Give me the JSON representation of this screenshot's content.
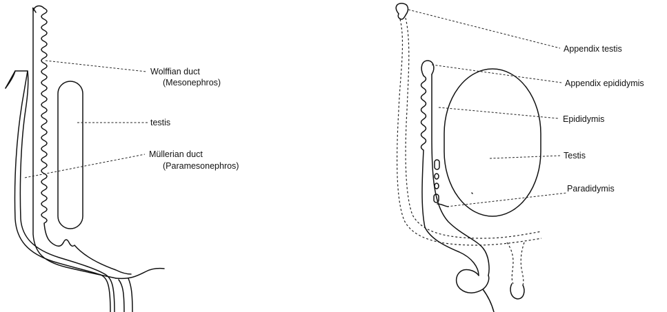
{
  "left_diagram": {
    "labels": {
      "wolffian": "Wolffian duct",
      "mesonephros": "(Mesonephros)",
      "testis": "testis",
      "mullerian": "Müllerian duct",
      "paramesonephros": "(Paramesonephros)"
    }
  },
  "right_diagram": {
    "labels": {
      "appendix_testis": "Appendix testis",
      "appendix_epididymis": "Appendix epididymis",
      "epididymis": "Epididymis",
      "testis": "Testis",
      "paradidymis": "Paradidymis"
    }
  }
}
